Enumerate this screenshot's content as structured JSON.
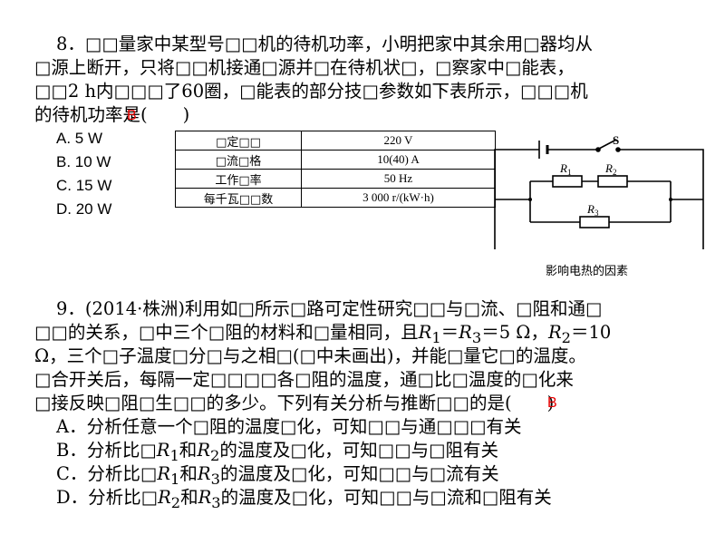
{
  "q8": {
    "lines": [
      "8．□□量家中某型号□□机的待机功率，小明把家中其余用□器均从",
      "□源上断开，只将□□机接通□源并□在待机状□，□察家中□能表，",
      "□□2 h内□□□了60圈，□能表的部分技□参数如下表所示，□□□机",
      "的待机功率是(　　)"
    ],
    "answer": "B",
    "options": [
      "A.  5 W",
      "B.  10 W",
      "C.  15 W",
      "D.  20 W"
    ],
    "table": [
      {
        "key": "□定□□",
        "value": "220 V"
      },
      {
        "key": "□流□格",
        "value": "10(40) A"
      },
      {
        "key": "工作□率",
        "value": "50 Hz"
      },
      {
        "key": "每千瓦□□数",
        "value": "3 000 r/(kW·h)"
      }
    ],
    "circuit": {
      "switch_label": "S",
      "r1": "R",
      "r1_sub": "1",
      "r2": "R",
      "r2_sub": "2",
      "r3": "R",
      "r3_sub": "3",
      "caption": "影响电热的因素"
    }
  },
  "q9": {
    "line1": "9．(2014·株洲)利用如□所示□路可定性研究□□与□流、□阻和通□",
    "line2_a": "□□的关系，□中三个□阻的材料和□量相同，且",
    "line2_r1": "R",
    "line2_s1": "1",
    "line2_eq": "＝",
    "line2_r3": "R",
    "line2_s3": "3",
    "line2_b": "＝5 Ω，",
    "line2_r2": "R",
    "line2_s2": "2",
    "line2_c": "＝10",
    "line3": "Ω，三个□子温度□分□与之相□(□中未画出)，并能□量它□的温度。",
    "line4": "□合开关后，每隔一定□□□□各□阻的温度，通□比□温度的□化来",
    "line5": "□接反映□阻□生□□的多少。下列有关分析与推断□□的是(　　)",
    "answer": "B",
    "optA": "A．分析任意一个□阻的温度□化，可知□□与通□□□有关",
    "optB_pre": "B．分析比□",
    "optB_r1": "R",
    "optB_s1": "1",
    "optB_and": "和",
    "optB_r2": "R",
    "optB_s2": "2",
    "optB_post": "的温度及□化，可知□□与□阻有关",
    "optC_pre": "C．分析比□",
    "optC_r1": "R",
    "optC_s1": "1",
    "optC_and": "和",
    "optC_r3": "R",
    "optC_s3": "3",
    "optC_post": "的温度及□化，可知□□与□流有关",
    "optD_pre": "D．分析比□",
    "optD_r2": "R",
    "optD_s2": "2",
    "optD_and": "和",
    "optD_r3": "R",
    "optD_s3": "3",
    "optD_post": "的温度及□化，可知□□与□流和□阻有关"
  }
}
